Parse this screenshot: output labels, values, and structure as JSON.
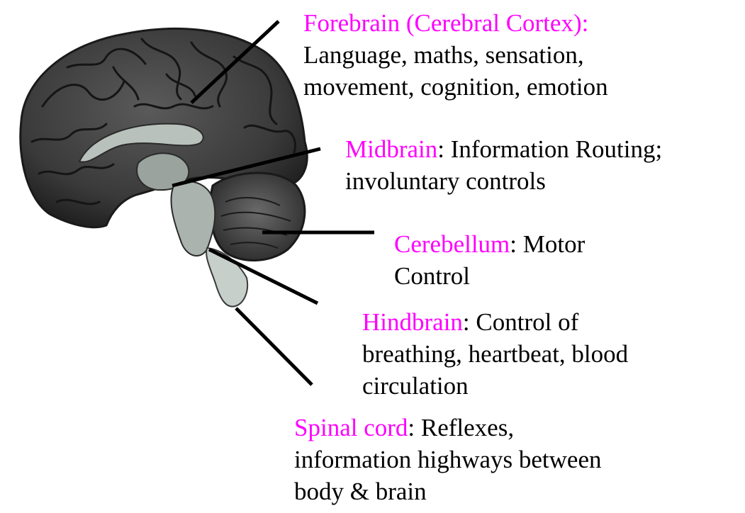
{
  "regions": [
    {
      "id": "forebrain",
      "name": "Forebrain (Cerebral Cortex):",
      "sep": "",
      "lines": [
        "Language, maths, sensation,",
        "movement, cognition, emotion"
      ]
    },
    {
      "id": "midbrain",
      "name": "Midbrain",
      "sep": ": Information  Routing;",
      "lines": [
        "involuntary controls"
      ]
    },
    {
      "id": "cerebellum",
      "name": "Cerebellum",
      "sep": ": Motor",
      "lines": [
        "Control"
      ]
    },
    {
      "id": "hindbrain",
      "name": "Hindbrain",
      "sep": ": Control of",
      "lines": [
        "breathing, heartbeat, blood",
        "circulation"
      ]
    },
    {
      "id": "spinal",
      "name": "Spinal cord",
      "sep": ": Reflexes,",
      "lines": [
        "information highways between",
        "body & brain"
      ]
    }
  ],
  "colors": {
    "region_name": "#ff00ff",
    "text": "#000000",
    "pointer": "#000000"
  }
}
